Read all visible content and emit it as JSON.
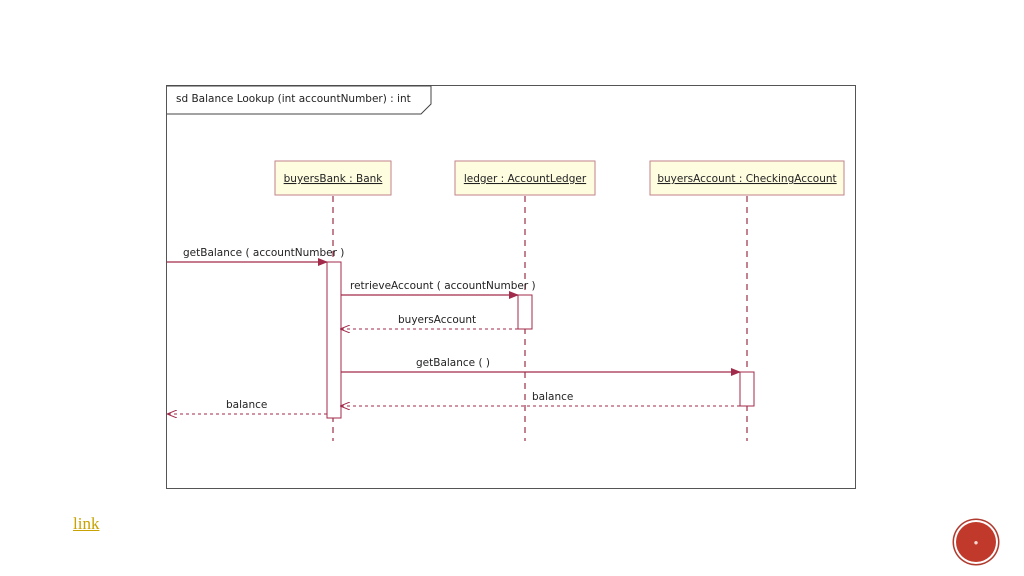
{
  "frame": {
    "title": "sd  Balance Lookup (int accountNumber) : int"
  },
  "lifelines": [
    {
      "label": "buyersBank : Bank"
    },
    {
      "label": "ledger : AccountLedger"
    },
    {
      "label": "buyersAccount : CheckingAccount"
    }
  ],
  "messages": [
    {
      "label": "getBalance ( accountNumber )",
      "kind": "call"
    },
    {
      "label": "retrieveAccount ( accountNumber )",
      "kind": "call"
    },
    {
      "label": "buyersAccount",
      "kind": "return"
    },
    {
      "label": "getBalance (  )",
      "kind": "call"
    },
    {
      "label": "balance",
      "kind": "return"
    },
    {
      "label": "balance",
      "kind": "return"
    }
  ],
  "footer": {
    "link_text": "link"
  },
  "colors": {
    "lifeline_box_fill": "#fffde0",
    "lifeline_box_stroke": "#c0828a",
    "lifeline_dash": "#9a3045",
    "message_line": "#a22a4a",
    "badge": "#c0392b",
    "link": "#c8a200"
  }
}
